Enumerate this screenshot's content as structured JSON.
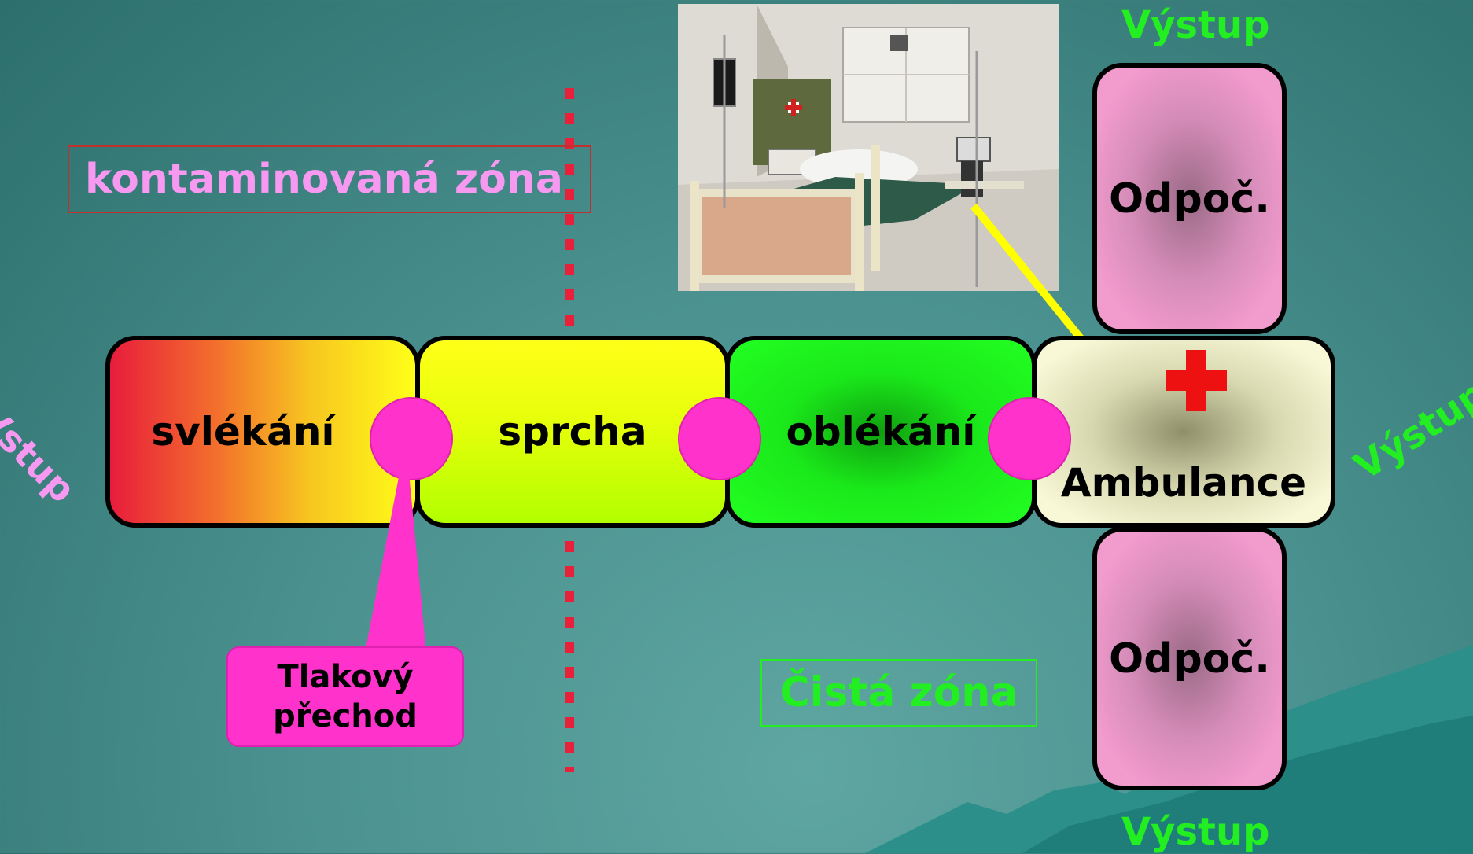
{
  "zones": {
    "contaminated": "kontaminovaná zóna",
    "clean": "Čistá zóna"
  },
  "rooms": {
    "undress": "svlékání",
    "shower": "sprcha",
    "dress": "oblékání",
    "ambulance": "Ambulance",
    "rest_top": "Odpoč.",
    "rest_bottom": "Odpoč."
  },
  "labels": {
    "entry": "Vstup",
    "exit_top": "Výstup",
    "exit_right": "Výstup",
    "exit_bottom": "Výstup",
    "pressure_lock": "Tlakový přechod"
  },
  "colors": {
    "contaminated_label": "#f799f0",
    "clean_label": "#22ee22",
    "connector": "#ff33cc",
    "barrier": "#e8203a",
    "arrow": "#ffff00"
  },
  "icons": {
    "medical": "red-cross-icon",
    "photo": "field-hospital-bed-photo"
  }
}
